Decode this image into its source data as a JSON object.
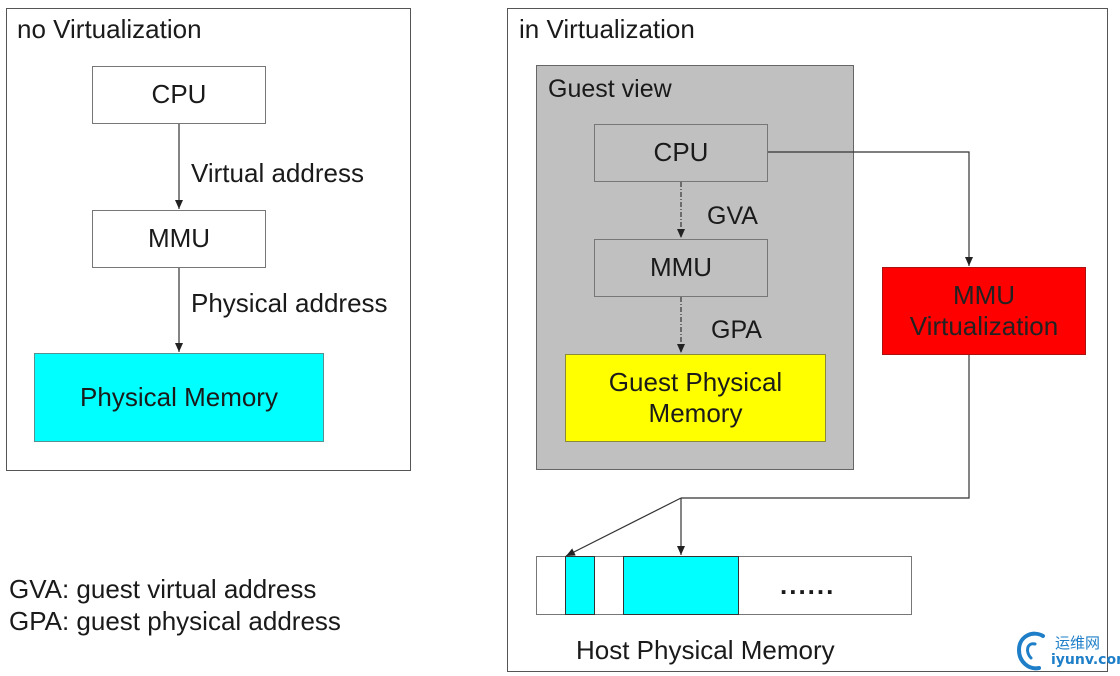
{
  "left_panel": {
    "title": "no Virtualization",
    "cpu": "CPU",
    "mmu": "MMU",
    "edge_virtual": "Virtual address",
    "edge_physical": "Physical address",
    "memory": "Physical Memory"
  },
  "right_panel": {
    "title": "in Virtualization",
    "guest_view": "Guest view",
    "cpu": "CPU",
    "edge_gva": "GVA",
    "mmu": "MMU",
    "edge_gpa": "GPA",
    "guest_memory_line1": "Guest Physical",
    "guest_memory_line2": "Memory",
    "mmu_virt_line1": "MMU",
    "mmu_virt_line2": "Virtualization",
    "host_dots": "......",
    "host_memory_label": "Host Physical Memory"
  },
  "legend": {
    "gva": "GVA: guest virtual address",
    "gpa": "GPA: guest physical address"
  },
  "watermark": {
    "line1": "运维网",
    "line2": "iyunv.com"
  },
  "colors": {
    "cyan": "#00ffff",
    "yellow": "#ffff00",
    "red": "#ff0000",
    "guest_gray": "#c0c0c0",
    "watermark_blue": "#1e7fc8"
  }
}
